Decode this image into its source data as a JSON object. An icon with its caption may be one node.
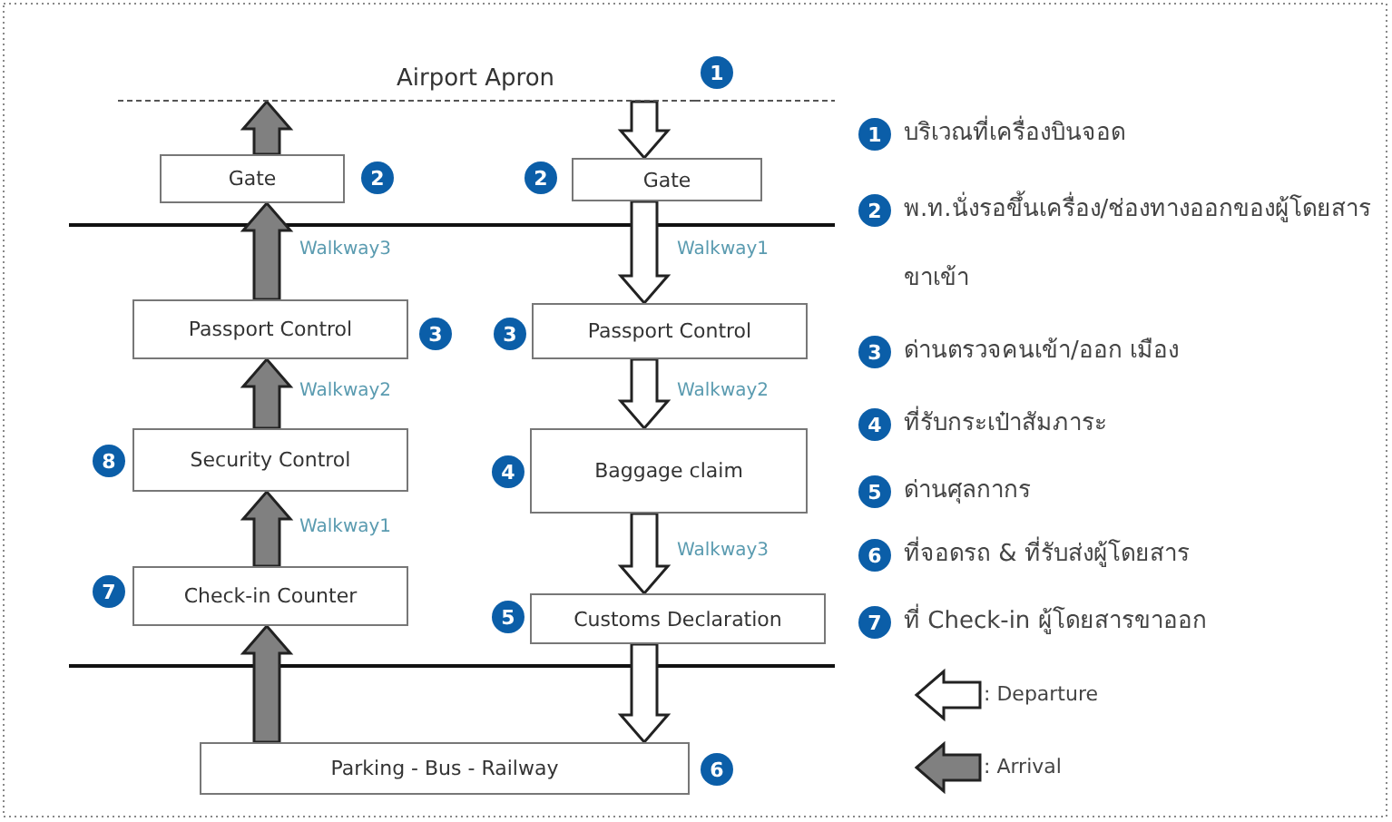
{
  "diagram": {
    "nodes": [
      {
        "text": [
          "Airport Apron"
        ],
        "beside": [
          "1"
        ]
      },
      {
        "text": [
          "Gate"
        ],
        "beside": [
          "2"
        ]
      },
      {
        "text": [
          "Gate"
        ],
        "beside": [
          "2"
        ]
      },
      {
        "text": [
          "Passport Control"
        ],
        "beside": [
          "3"
        ]
      },
      {
        "text": [
          "Passport Control"
        ],
        "beside": [
          "3"
        ]
      },
      {
        "text": [
          "Security Control"
        ],
        "beside": [
          "8"
        ]
      },
      {
        "text": [
          "Baggage claim"
        ],
        "beside": [
          "4"
        ]
      },
      {
        "text": [
          "Check-in Counter"
        ],
        "beside": [
          "7"
        ]
      },
      {
        "text": [
          "Customs Declaration"
        ],
        "beside": [
          "5"
        ]
      },
      {
        "text": [
          "Parking - Bus - Railway"
        ],
        "beside": [
          "6"
        ]
      }
    ],
    "edges": [
      {
        "from": 9,
        "to": 7,
        "arrow": "to",
        "color": "#808080"
      },
      {
        "from": 7,
        "to": 5,
        "arrow": "to",
        "label": "Walkway1",
        "color": "#808080"
      },
      {
        "from": 5,
        "to": 3,
        "arrow": "to",
        "label": "Walkway2",
        "color": "#808080"
      },
      {
        "from": 3,
        "to": 1,
        "arrow": "to",
        "label": "Walkway3",
        "color": "#808080"
      },
      {
        "from": 1,
        "to": 0,
        "arrow": "to",
        "color": "#808080"
      },
      {
        "from": 0,
        "to": 2,
        "arrow": "to"
      },
      {
        "from": 2,
        "to": 4,
        "arrow": "to",
        "label": "Walkway1"
      },
      {
        "from": 4,
        "to": 6,
        "arrow": "to",
        "label": "Walkway2"
      },
      {
        "from": 6,
        "to": 8,
        "arrow": "to",
        "label": "Walkway3"
      },
      {
        "from": 8,
        "to": 9,
        "arrow": "to"
      }
    ],
    "labels": [
      "1",
      "บริเวณที่เครื่องบินจอด",
      "2",
      "พ.ท.นั่งรอขึ้นเครื่อง/ช่องทางออกของผู้โดยสารขาเข้า",
      "3",
      "ด่านตรวจคนเข้า/ออก เมือง",
      "4",
      "ที่รับกระเป๋าสัมภาระ",
      "5",
      "ด่านศุลกากร",
      "6",
      "ที่จอดรถ & ที่รับส่งผู้โดยสาร",
      "7",
      "ที่ Check-in ผู้โดยสารขาออก"
    ],
    "legend": [
      {
        "text": ": Departure"
      },
      {
        "text": ": Arrival"
      }
    ]
  }
}
